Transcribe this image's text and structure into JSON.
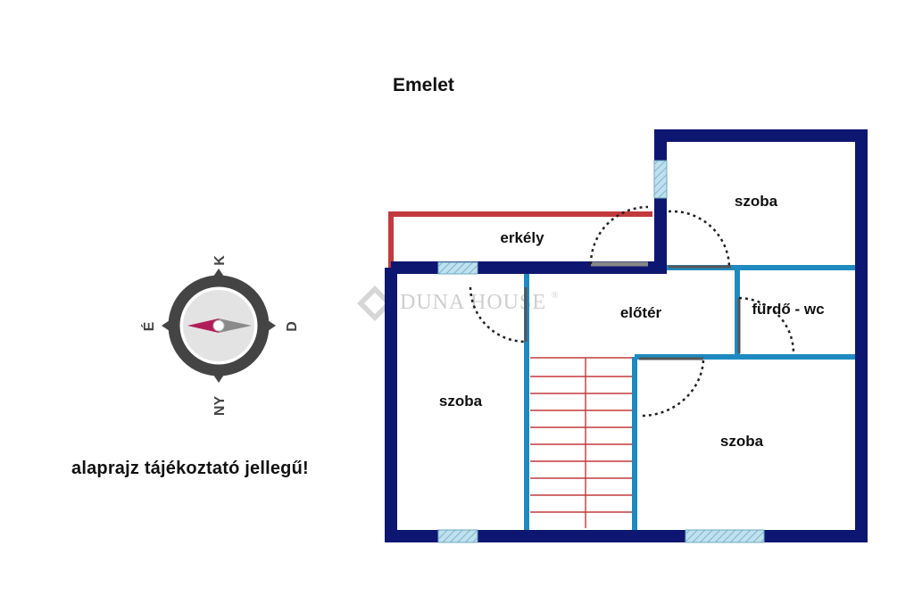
{
  "title": "Emelet",
  "disclaimer": "alaprajz tájékoztató jellegű!",
  "watermark": "DUNA HOUSE",
  "watermark_mark": "®",
  "rooms": {
    "erkely": "erkély",
    "szoba_top": "szoba",
    "eloter": "előtér",
    "furdo": "fürdő - wc",
    "szoba_left": "szoba",
    "szoba_right": "szoba"
  },
  "compass": {
    "north": "K",
    "west": "É",
    "east": "D",
    "south": "NY"
  },
  "colors": {
    "outer_wall": "#0d1670",
    "inner_wall": "#1f8ac0",
    "balcony": "#c23a3d",
    "stairs": "#c23a3d",
    "needle_red": "#b01e5a",
    "compass_ring": "#444444"
  }
}
